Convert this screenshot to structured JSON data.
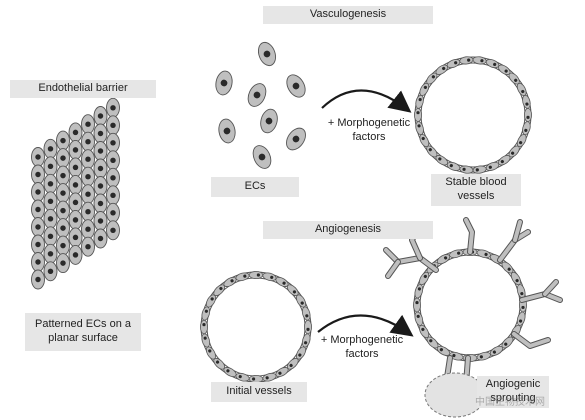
{
  "labels": {
    "endothelial_barrier": "Endothelial barrier",
    "patterned_ecs": "Patterned ECs on a planar surface",
    "vasculogenesis": "Vasculogenesis",
    "ecs": "ECs",
    "morphogenetic_top": "+ Morphogenetic factors",
    "stable_vessels": "Stable blood vessels",
    "angiogenesis": "Angiogenesis",
    "initial_vessels": "Initial vessels",
    "morphogenetic_bottom": "+ Morphogenetic factors",
    "angiogenic_sprouting": "Angiogenic sprouting"
  },
  "watermark": "中国生物技术网",
  "colors": {
    "cell_fill": "#bfbfbf",
    "nucleus": "#2a2a2a",
    "label_bg": "#e6e6e6",
    "arrow": "#1a1a1a"
  }
}
